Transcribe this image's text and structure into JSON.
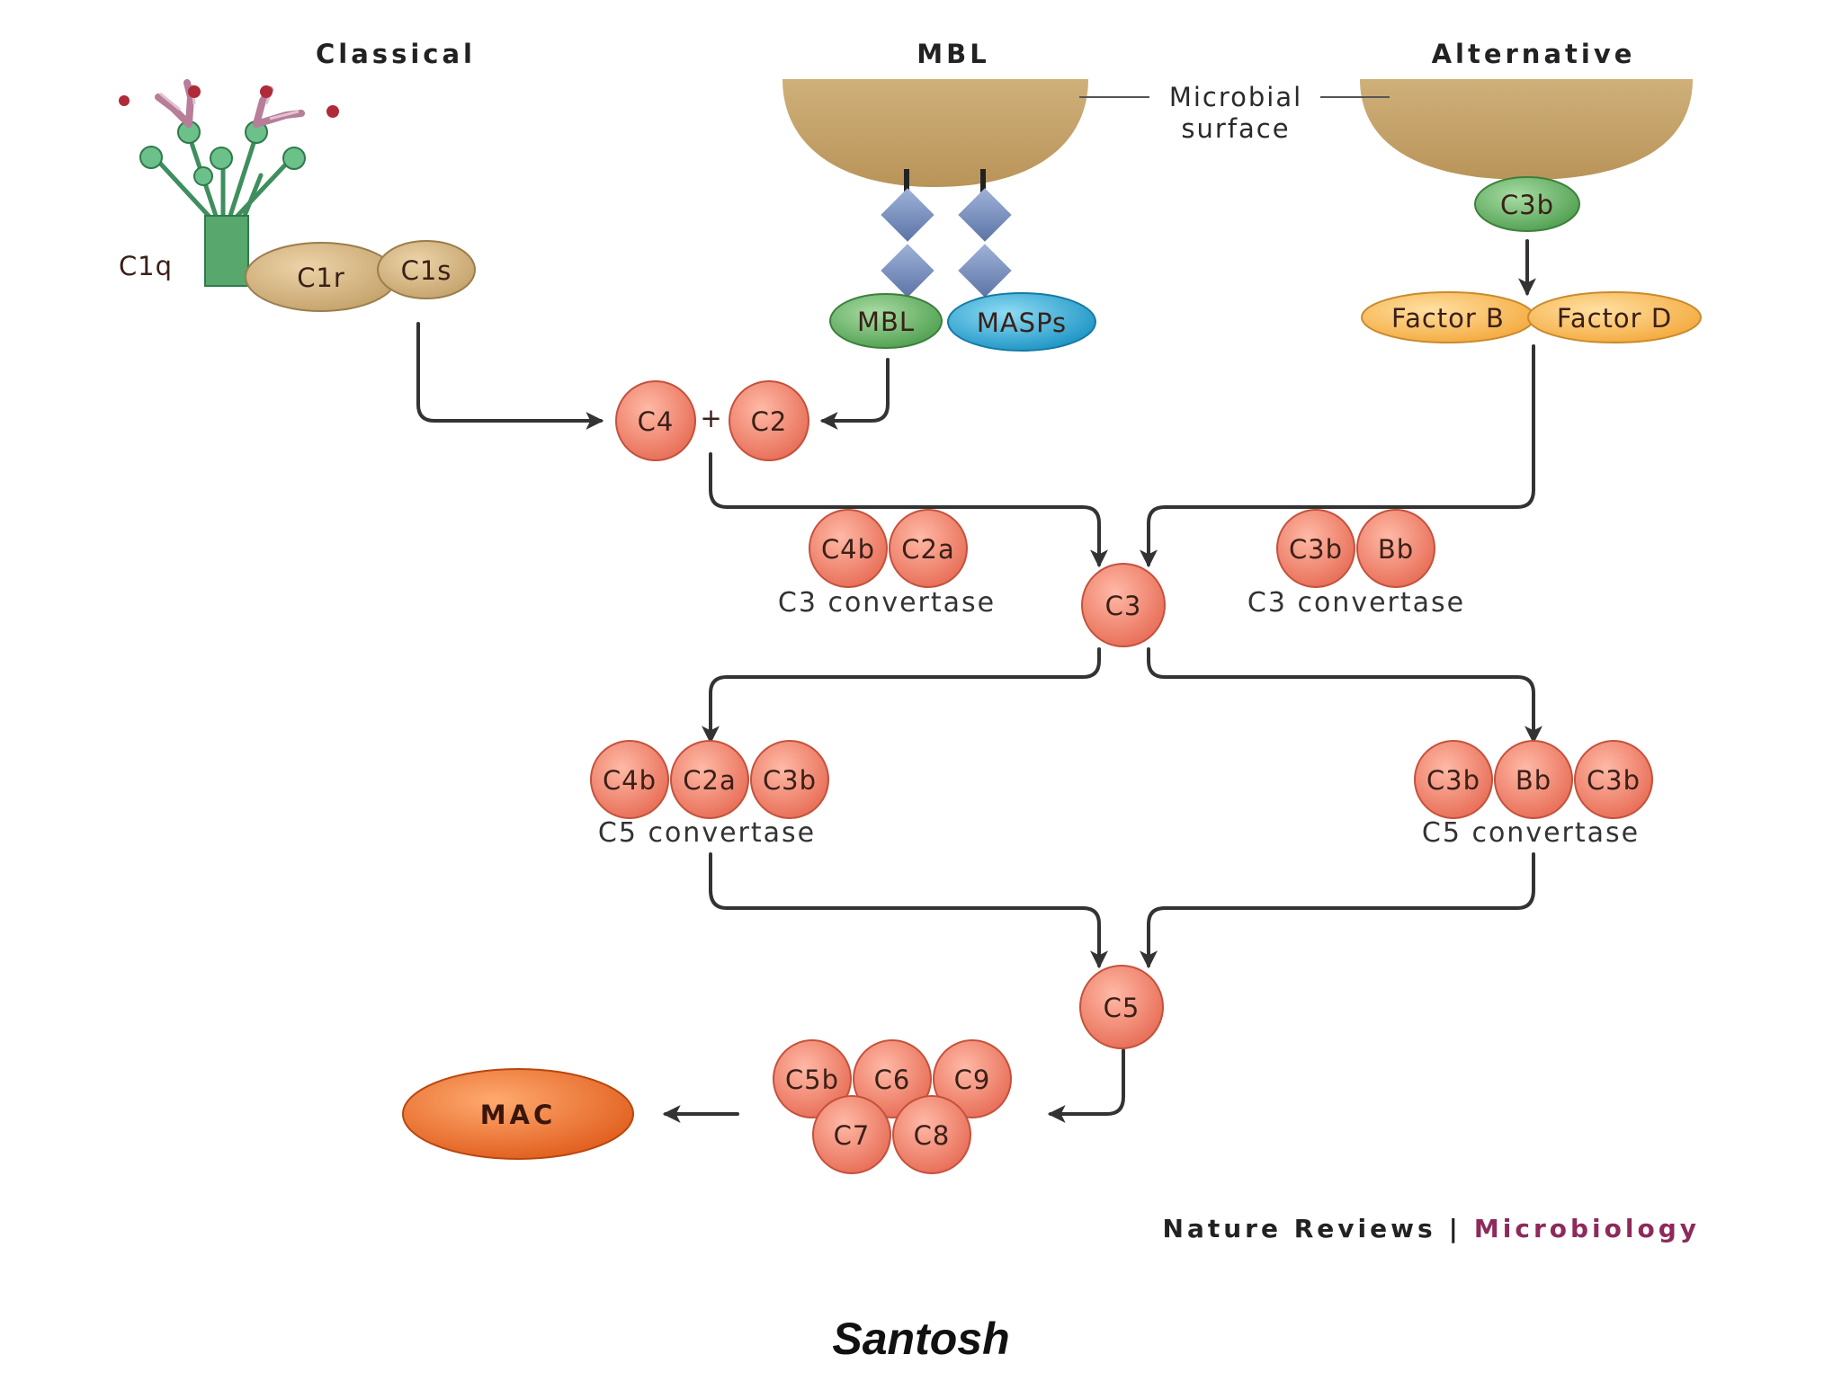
{
  "pathways": {
    "classical": "Classical",
    "mbl": "MBL",
    "alternative": "Alternative"
  },
  "surface_label": [
    "Microbial",
    "surface"
  ],
  "classical": {
    "c1q": "C1q",
    "c1r": "C1r",
    "c1s": "C1s"
  },
  "mbl": {
    "mbl": "MBL",
    "masps": "MASPs"
  },
  "alternative": {
    "c3b": "C3b",
    "factor_b": "Factor B",
    "factor_d": "Factor D"
  },
  "early": {
    "c4": "C4",
    "plus": "+",
    "c2": "C2"
  },
  "c3_conv_classical": {
    "parts": [
      "C4b",
      "C2a"
    ],
    "label": "C3 convertase"
  },
  "c3": "C3",
  "c3_conv_alternative": {
    "parts": [
      "C3b",
      "Bb"
    ],
    "label": "C3 convertase"
  },
  "c5_conv_classical": {
    "parts": [
      "C4b",
      "C2a",
      "C3b"
    ],
    "label": "C5 convertase"
  },
  "c5_conv_alternative": {
    "parts": [
      "C3b",
      "Bb",
      "C3b"
    ],
    "label": "C5 convertase"
  },
  "c5": "C5",
  "terminal": [
    "C5b",
    "C6",
    "C9",
    "C7",
    "C8"
  ],
  "mac": "MAC",
  "credit": {
    "journal": "Nature Reviews",
    "separator": "|",
    "section": "Microbiology"
  },
  "author": "Santosh",
  "colors": {
    "protein": "#ef8a74",
    "surface": "#c4a26b",
    "mac": "#ea6d2a",
    "mbl": "#6db36b",
    "masps": "#2aa7d4",
    "factor": "#f8b44b",
    "lectin": "#6f87b8",
    "antibody": "#c98aa8"
  }
}
